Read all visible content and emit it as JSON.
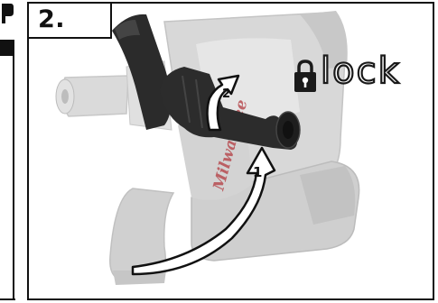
{
  "step": {
    "number": "2."
  },
  "lock": {
    "label": "lock",
    "icon": "padlock-icon"
  },
  "illustration": {
    "brand": "Milwaukee",
    "arrows": [
      {
        "label": "1"
      },
      {
        "label": "2"
      }
    ]
  },
  "colors": {
    "line": "#111111",
    "tool_body": "#cfcfcf",
    "handle": "#2a2a2a",
    "brand_red": "#8a1d22"
  }
}
